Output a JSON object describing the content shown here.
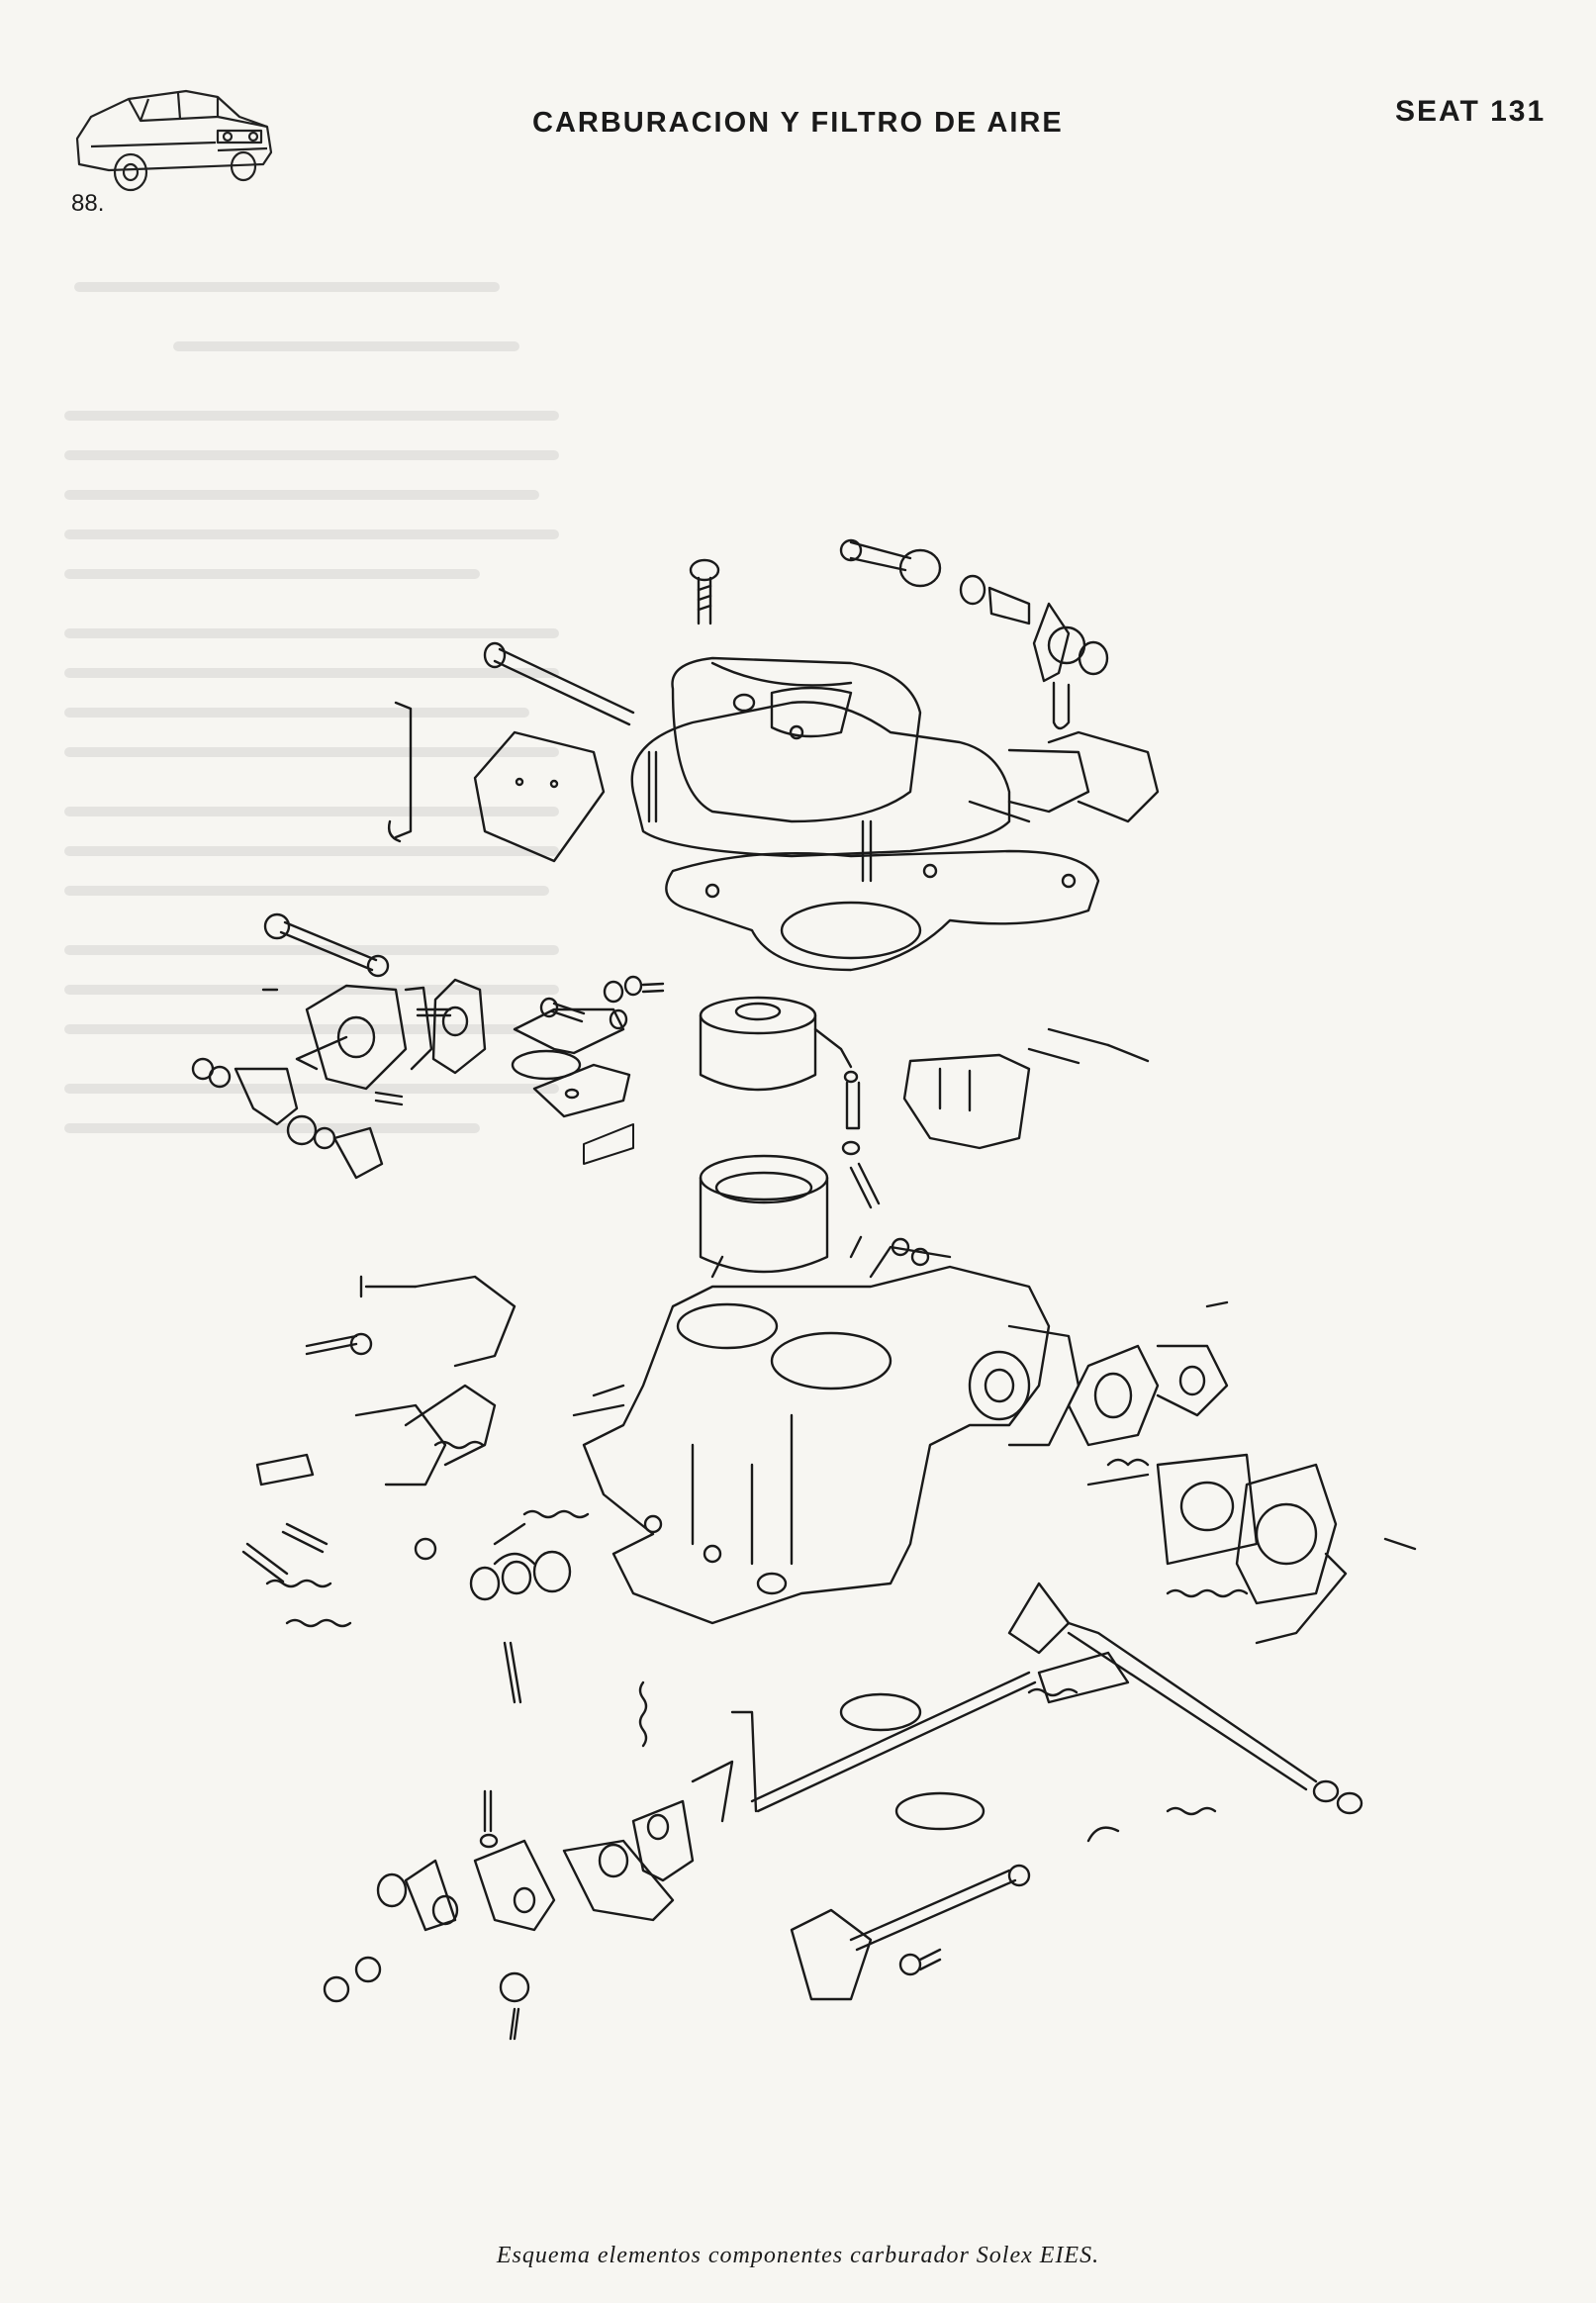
{
  "header": {
    "page_number": "88.",
    "chapter_title": "CARBURACION Y FILTRO DE AIRE",
    "model": "SEAT 131",
    "car_image": "car-illustration-icon"
  },
  "figure": {
    "image": "carburetor-exploded-diagram",
    "caption": "Esquema elementos componentes carburador Solex EIES."
  }
}
